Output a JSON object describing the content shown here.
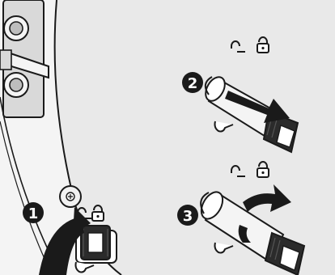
{
  "illustration": {
    "steps": [
      {
        "number": "1",
        "action": "rotate-downward"
      },
      {
        "number": "2",
        "action": "pull-out"
      },
      {
        "number": "3",
        "action": "rotate-to-lock"
      }
    ],
    "icons": {
      "unlock": "open-padlock-icon",
      "lock": "closed-padlock-icon",
      "pointer": "indicator-pointer-icon"
    },
    "colors": {
      "background": "#e9e9e9",
      "line": "#1a1a1a",
      "fill": "#ffffff",
      "arrow": "#1a1a1a"
    }
  }
}
